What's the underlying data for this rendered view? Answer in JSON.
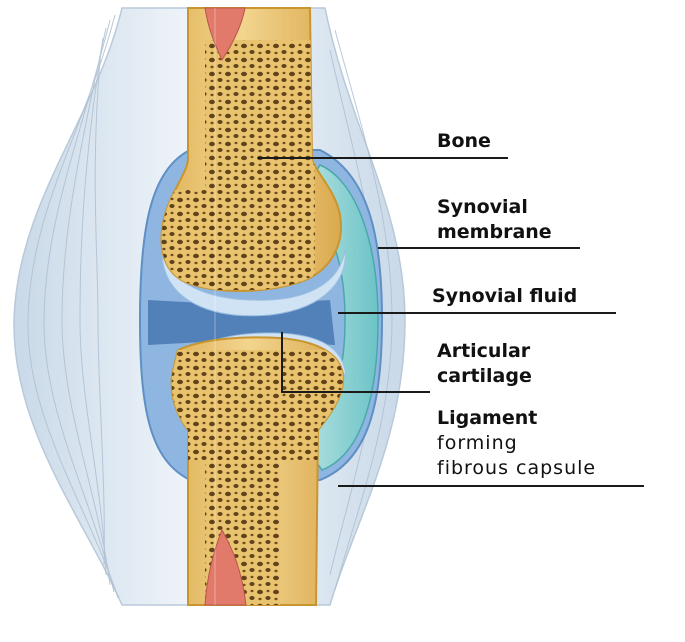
{
  "diagram": {
    "labels": {
      "bone": "Bone",
      "synovial_membrane_1": "Synovial",
      "synovial_membrane_2": "membrane",
      "synovial_fluid": "Synovial fluid",
      "articular_cartilage_1": "Articular",
      "articular_cartilage_2": "cartilage",
      "ligament_1": "Ligament",
      "ligament_2": "forming",
      "ligament_3": "fibrous capsule"
    },
    "colors": {
      "bone": "#e9c36e",
      "bone_edge": "#c9952f",
      "marrow_pores": "#5a3b14",
      "marrow_red": "#e17a6b",
      "synovial_fluid": "#8fd3d3",
      "cartilage": "#bcd8f2",
      "capsule_blue": "#6f9fd2",
      "ligament": "#dfe9f2"
    }
  }
}
